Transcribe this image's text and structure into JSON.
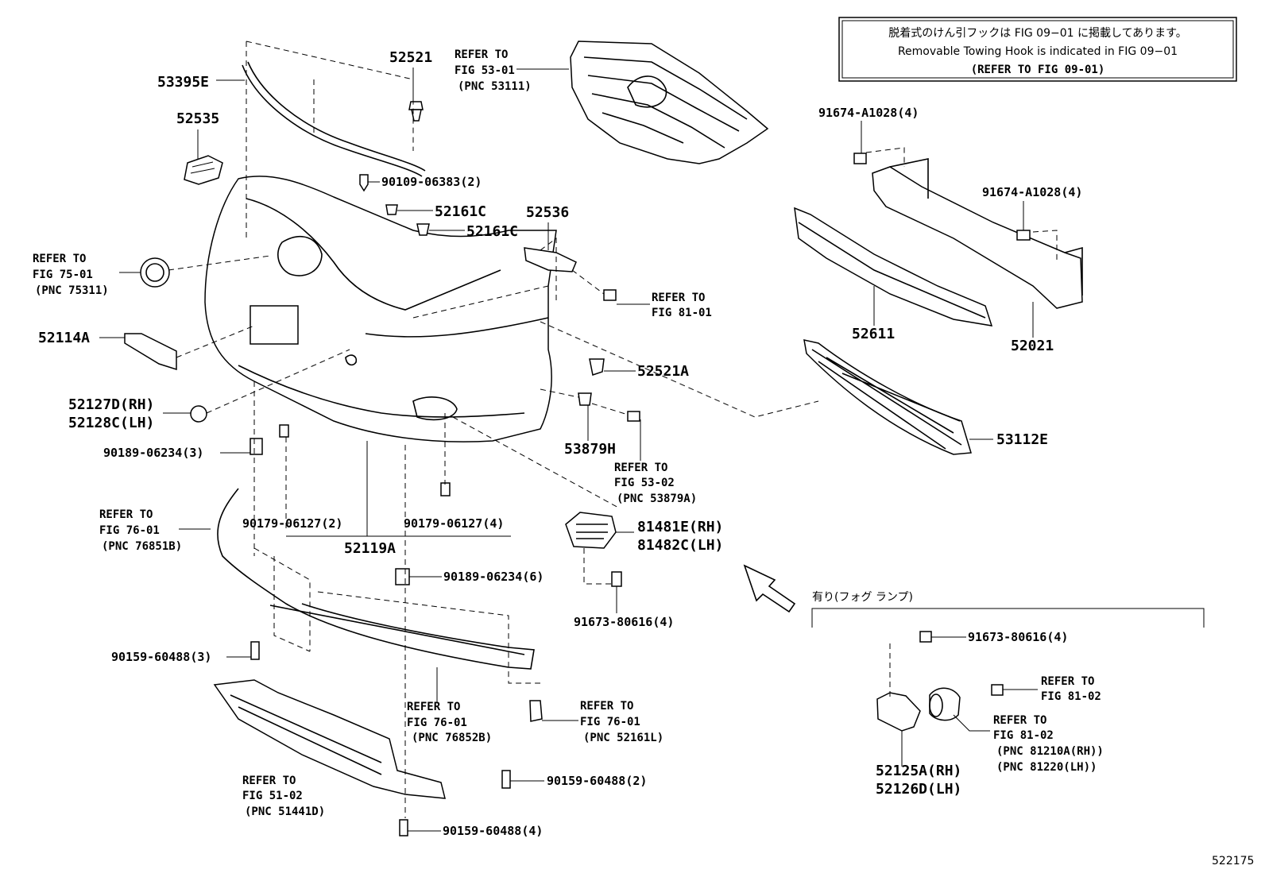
{
  "diagram_id": "522175",
  "note": {
    "line_jp": "脱着式のけん引フックは FIG 09−01 に掲載してあります。",
    "line_en": "Removable Towing Hook is indicated in FIG 09−01",
    "line_ref": "(REFER TO FIG 09-01)"
  },
  "fog_section_label": "有り(フォグ ランプ)",
  "labels": {
    "p53395E": "53395E",
    "p52521": "52521",
    "p52535": "52535",
    "ref_53_01": [
      "REFER TO",
      "FIG 53-01",
      "(PNC 53111)"
    ],
    "p90109": "90109-06383(2)",
    "p52161C_a": "52161C",
    "p52161C_b": "52161C",
    "p52536": "52536",
    "ref_75_01": [
      "REFER TO",
      "FIG 75-01",
      "(PNC 75311)"
    ],
    "ref_81_01": [
      "REFER TO",
      "FIG 81-01"
    ],
    "p52114A": "52114A",
    "p52521A": "52521A",
    "p52127D": "52127D(RH)",
    "p52128C": "52128C(LH)",
    "p53879H": "53879H",
    "ref_53_02": [
      "REFER TO",
      "FIG 53-02",
      "(PNC 53879A)"
    ],
    "p90189_3": "90189-06234(3)",
    "ref_76_01_a": [
      "REFER TO",
      "FIG 76-01",
      "(PNC 76851B)"
    ],
    "p90179_2": "90179-06127(2)",
    "p90179_4": "90179-06127(4)",
    "p52119A": "52119A",
    "p81481E": "81481E(RH)",
    "p81482C": "81482C(LH)",
    "p90189_6": "90189-06234(6)",
    "p91673_a": "91673-80616(4)",
    "p90159_3": "90159-60488(3)",
    "ref_76_01_b": [
      "REFER TO",
      "FIG 76-01",
      "(PNC 76852B)"
    ],
    "ref_76_01_c": [
      "REFER TO",
      "FIG 76-01",
      "(PNC 52161L)"
    ],
    "p90159_2": "90159-60488(2)",
    "ref_51_02": [
      "REFER TO",
      "FIG 51-02",
      "(PNC 51441D)"
    ],
    "p90159_4": "90159-60488(4)",
    "p91674_a": "91674-A1028(4)",
    "p91674_b": "91674-A1028(4)",
    "p52611": "52611",
    "p52021": "52021",
    "p53112E": "53112E",
    "p91673_b": "91673-80616(4)",
    "ref_81_02_a": [
      "REFER TO",
      "FIG 81-02"
    ],
    "ref_81_02_b": [
      "REFER TO",
      "FIG 81-02",
      "(PNC 81210A(RH))",
      "(PNC 81220(LH))"
    ],
    "p52125A": "52125A(RH)",
    "p52126D": "52126D(LH)"
  }
}
